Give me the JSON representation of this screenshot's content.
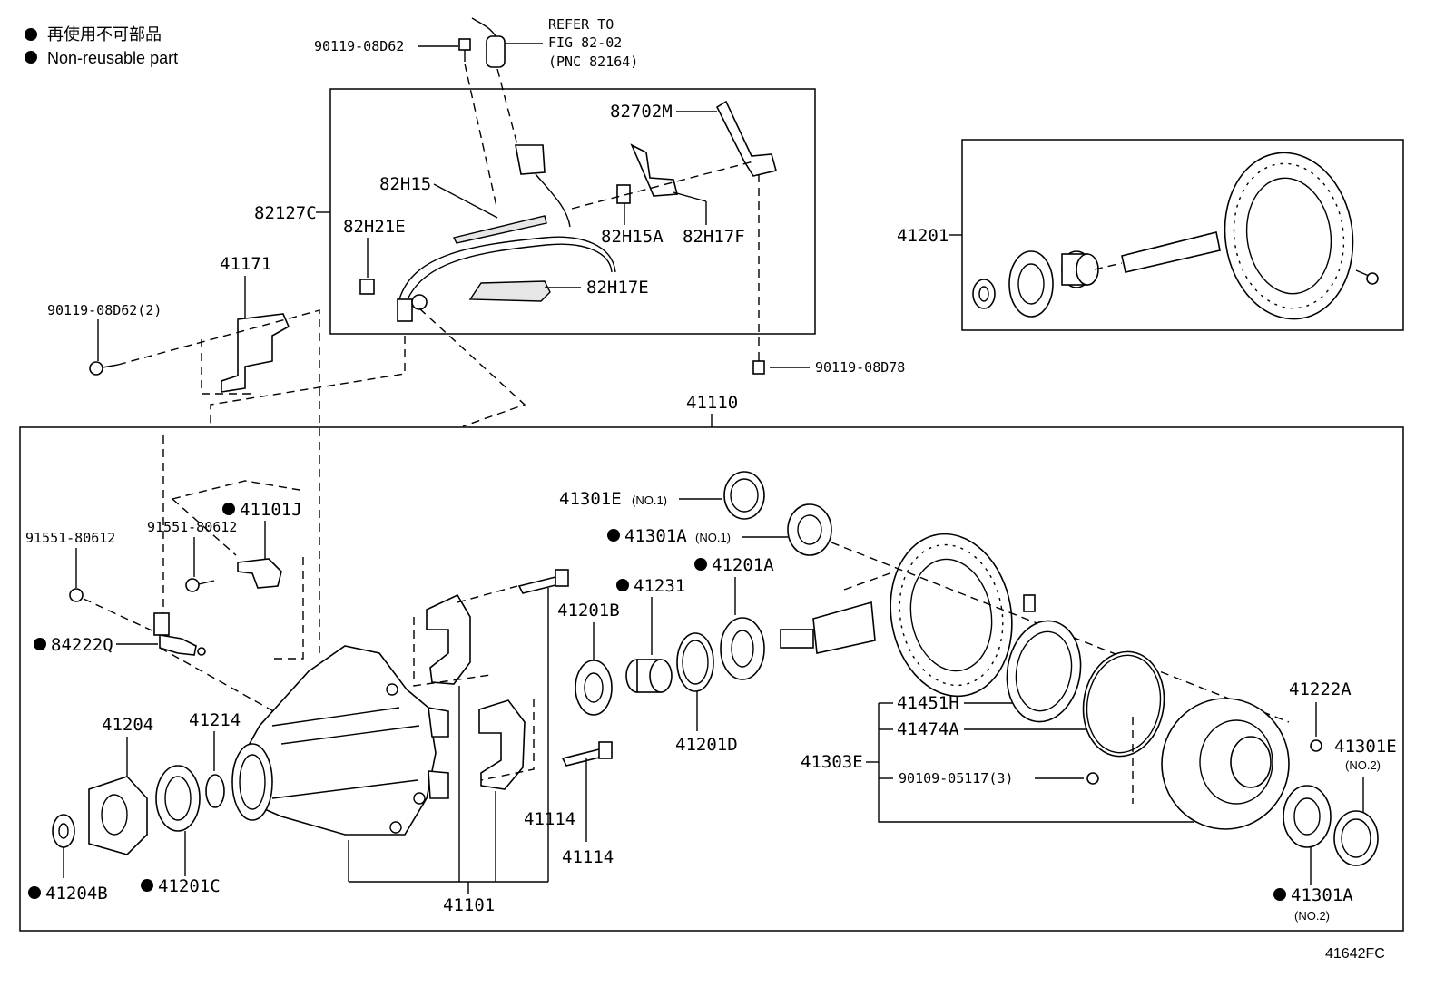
{
  "legend": {
    "line1": "再使用不可部品",
    "line2": "Non-reusable part"
  },
  "refer": {
    "line1": "REFER TO",
    "line2": "FIG 82-02",
    "line3": "(PNC 82164)"
  },
  "labels": {
    "p90119_08D62_top": "90119-08D62",
    "p82702M": "82702M",
    "p82H15": "82H15",
    "p82127C": "82127C",
    "p82H21E": "82H21E",
    "p82H15A": "82H15A",
    "p82H17F": "82H17F",
    "p82H17E": "82H17E",
    "p41171": "41171",
    "p90119_08D62_2": "90119-08D62(2)",
    "p90119_08D78": "90119-08D78",
    "p41201": "41201",
    "p41110": "41110",
    "p41301E_1": "41301E",
    "p41301E_1_note": "(NO.1)",
    "p41301A_1": "41301A",
    "p41301A_1_note": "(NO.1)",
    "p41101J": "41101J",
    "p91551_80612_a": "91551-80612",
    "p91551_80612_b": "91551-80612",
    "p84222Q": "84222Q",
    "p41201A": "41201A",
    "p41231": "41231",
    "p41201B": "41201B",
    "p41201D": "41201D",
    "p41204": "41204",
    "p41214": "41214",
    "p41114_a": "41114",
    "p41114_b": "41114",
    "p41101": "41101",
    "p41204B": "41204B",
    "p41201C": "41201C",
    "p41451H": "41451H",
    "p41474A": "41474A",
    "p41303E": "41303E",
    "p90109_05117": "90109-05117(3)",
    "p41222A": "41222A",
    "p41301E_2": "41301E",
    "p41301E_2_note": "(NO.2)",
    "p41301A_2": "41301A",
    "p41301A_2_note": "(NO.2)"
  },
  "figure_code": "41642FC"
}
